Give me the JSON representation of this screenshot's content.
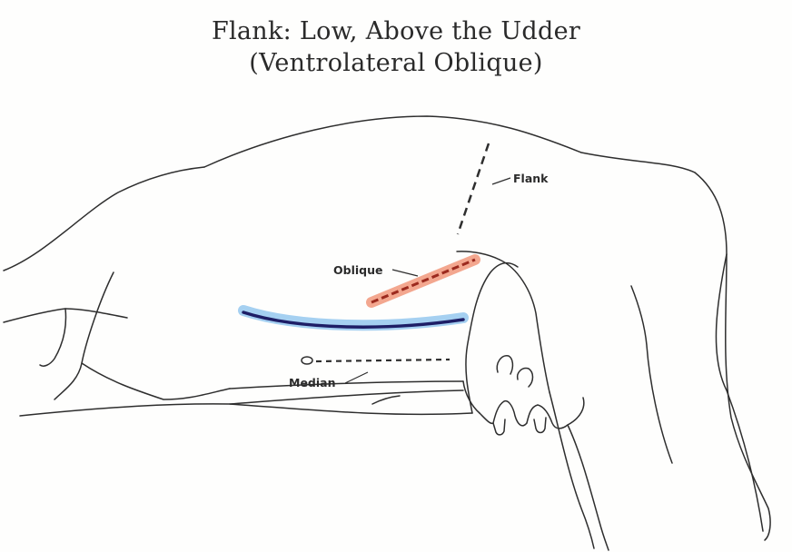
{
  "title": {
    "line1": "Flank: Low, Above the Udder",
    "line2": "(Ventrolateral Oblique)"
  },
  "labels": {
    "flank": "Flank",
    "oblique": "Oblique",
    "median": "Median"
  },
  "colors": {
    "outline": "#2e2e2e",
    "oblique_line": "#9c2a1e",
    "oblique_glow": "#ef8a6a",
    "ventrolateral_line": "#1e1e66",
    "ventrolateral_glow": "#8ec4ee"
  }
}
